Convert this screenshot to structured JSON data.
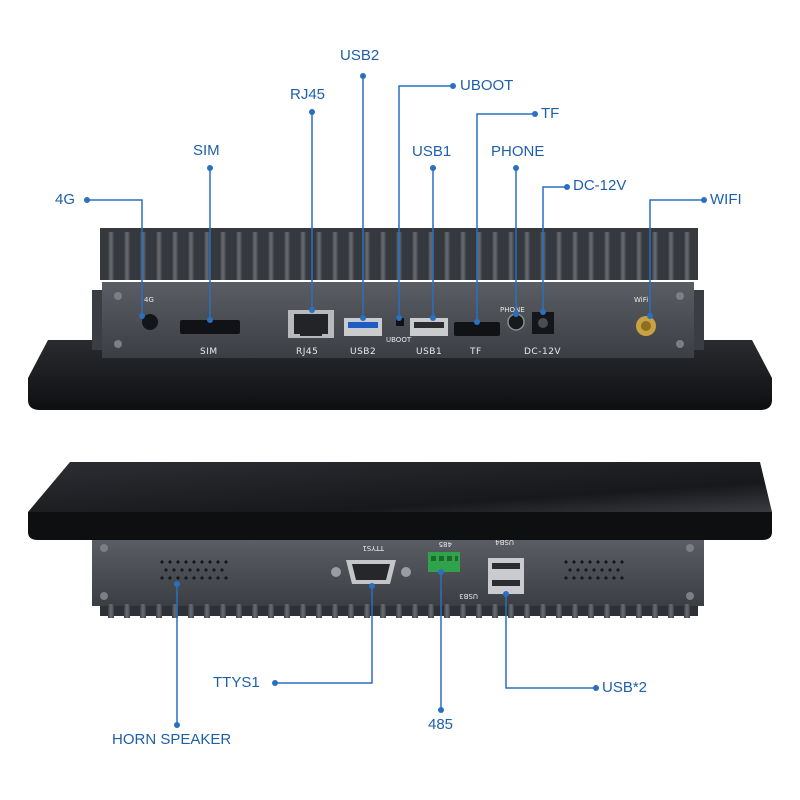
{
  "callouts": {
    "usb2": "USB2",
    "uboot": "UBOOT",
    "rj45": "RJ45",
    "tf": "TF",
    "sim": "SIM",
    "usb1": "USB1",
    "phone": "PHONE",
    "dc12v": "DC-12V",
    "g4": "4G",
    "wifi": "WIFI",
    "ttys1": "TTYS1",
    "usb_x2": "USB*2",
    "rs485": "485",
    "horn_speaker": "HORN SPEAKER"
  },
  "panel_top_labels": {
    "g4": "4G",
    "sim": "SIM",
    "rj45": "RJ45",
    "usb2": "USB2",
    "uboot": "UBOOT",
    "usb1": "USB1",
    "tf": "TF",
    "phone": "PHONE",
    "dc12v": "DC-12V",
    "wifi": "WiFi"
  },
  "panel_bottom_labels": {
    "ttys1": "TTYS1",
    "rs485": "485",
    "usb3": "USB3",
    "usb4": "USB4"
  },
  "colors": {
    "callout_text": "#1f5fa8",
    "callout_line": "#2a6fc0",
    "panel_metal": "#4a4d52",
    "bezel": "#1a1b1e"
  }
}
